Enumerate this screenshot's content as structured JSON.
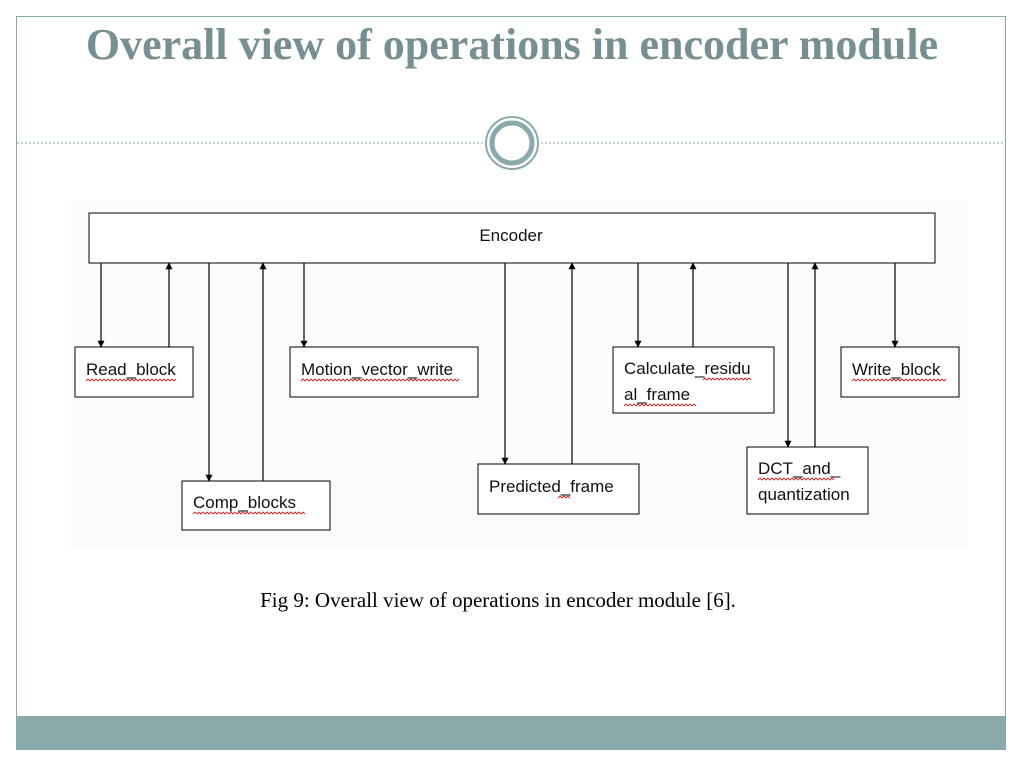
{
  "slide": {
    "title": "Overall view of operations in encoder module",
    "caption": "Fig 9: Overall view of operations in encoder module [6]."
  },
  "diagram": {
    "root": "Encoder",
    "nodes": {
      "read_block": "Read_block",
      "comp_blocks": "Comp_blocks",
      "motion_vector_write": "Motion_vector_write",
      "predicted_frame": "Predicted_frame",
      "calculate_residual_line1": "Calculate_residu",
      "calculate_residual_line2": "al_frame",
      "dct_line1": "DCT_and_",
      "dct_line2": "quantization",
      "write_block": "Write_block"
    }
  },
  "colors": {
    "accent": "#8aa9aa",
    "title": "#788f91"
  }
}
